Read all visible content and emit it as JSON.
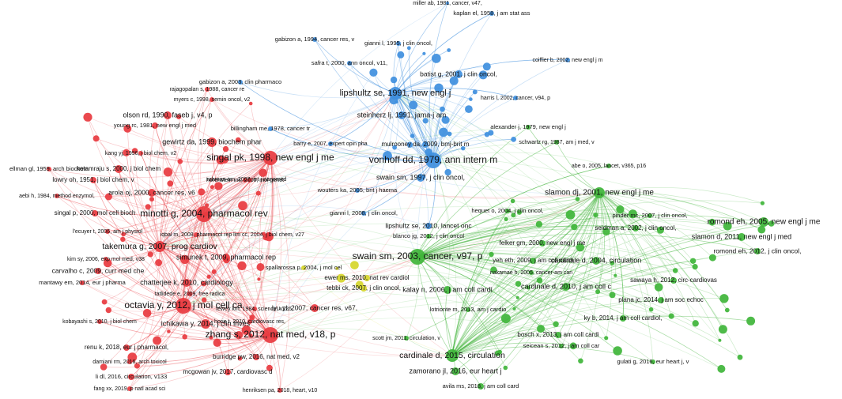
{
  "chart_data": {
    "type": "network",
    "colors": {
      "red": "#e8393f",
      "blue": "#3f8fde",
      "green": "#3fb53a",
      "yellow": "#d6d62a"
    },
    "clusters": [
      {
        "name": "",
        "color": "red",
        "nodes": [
          {
            "label": "rajagopalan s, 1988, cancer re"
          },
          {
            "label": "myers c, 1998, semin oncol, v2"
          },
          {
            "label": "olson rd, 1990, faseb j, v4, p"
          },
          {
            "label": "young rc, 1981, new engl j med"
          },
          {
            "label": "gewirtz da, 1999, biochem phar"
          },
          {
            "label": "singal pk, 1998, new engl j me"
          },
          {
            "label": "kang yj, 1996, j biol chem, v2"
          },
          {
            "label": "ellman gl, 1959, arch biochem"
          },
          {
            "label": "kotamraju s, 2000, j biol chem"
          },
          {
            "label": "lowry oh, 1951, j biol chem, v"
          },
          {
            "label": "horenstein ms, 2000, mol genet"
          },
          {
            "label": "rahman am, 2007, int j nanomed"
          },
          {
            "label": "aebi h, 1984, method enzymol,"
          },
          {
            "label": "arola oj, 2000, cancer res, v6"
          },
          {
            "label": "minotti g, 2004, pharmacol rev"
          },
          {
            "label": "singal p, 2000, mol cell bioch"
          },
          {
            "label": "l'ecuyer t, 2006, am j physiol"
          },
          {
            "label": "takemura g, 2007, prog cardiov"
          },
          {
            "label": "iqbal m, 2008, pharmacol rep"
          },
          {
            "label": "kim sy, 2006, exp mol med, v38"
          },
          {
            "label": "simunek t, 2009, pharmacol rep"
          },
          {
            "label": "carvalho c, 2009, curr med che"
          },
          {
            "label": "chatterjee k, 2010, cardiology"
          },
          {
            "label": "mantawy em, 2014, eur j pharma"
          },
          {
            "label": "tatlidede e, 2009, free radica"
          },
          {
            "label": "octavia y, 2012, j mol cell ca"
          },
          {
            "label": "kobayashi s, 2010, j biol chem"
          },
          {
            "label": "ichikawa y, 2014, j clin inves"
          },
          {
            "label": "renu k, 2018, eur j pharmacol,"
          },
          {
            "label": "damiani rm, 2016, arch toxicol"
          },
          {
            "label": "li dl, 2016, circulation, v133"
          },
          {
            "label": "fang xx, 2019, p natl acad sci"
          },
          {
            "label": "mcgowan jv, 2017, cardiovasc d"
          },
          {
            "label": "zhang s, 2012, nat med, v18, p"
          },
          {
            "label": "burridge pw, 2016, nat med, v2"
          },
          {
            "label": "henriksen pa, 2018, heart, v10"
          },
          {
            "label": "horie t, 2010, cardiovasc res,"
          },
          {
            "label": "tewey km, 1984, science, v226,"
          },
          {
            "label": "lim cc, 2004, j biol chem, v27"
          },
          {
            "label": "lyu yl, 2007, cancer res, v67,"
          }
        ]
      },
      {
        "name": "",
        "color": "blue",
        "nodes": [
          {
            "label": "miller ab, 1981, cancer, v47,"
          },
          {
            "label": "kaplan el, 1958, j am stat ass"
          },
          {
            "label": "gabizon a, 1994, cancer res, v"
          },
          {
            "label": "gianni l, 1995, j clin oncol,"
          },
          {
            "label": "safra t, 2000, ann oncol, v11,"
          },
          {
            "label": "coiffier b, 2002, new engl j m"
          },
          {
            "label": "gabizon a, 2003, clin pharmaco"
          },
          {
            "label": "batist g, 2001, j clin oncol,"
          },
          {
            "label": "lipshultz se, 1991, new engl j"
          },
          {
            "label": "harris l, 2002, cancer, v94, p"
          },
          {
            "label": "steinherz lj, 1991, jama-j am"
          },
          {
            "label": "billingham me, 1978, cancer tr"
          },
          {
            "label": "mulrooney da, 2009, bmj-brit m"
          },
          {
            "label": "barry e, 2007, expert opin pha"
          },
          {
            "label": "vonhoff dd, 1979, ann intern m"
          },
          {
            "label": "swain sm, 1997, j clin oncol,"
          },
          {
            "label": "wouters ka, 2005, brit j haema"
          },
          {
            "label": "gianni l, 2008, j clin oncol,"
          },
          {
            "label": "lipshultz se, 2010, lancet onc"
          }
        ]
      },
      {
        "name": "",
        "color": "green",
        "nodes": [
          {
            "label": "alexander j, 1979, new engl j"
          },
          {
            "label": "schwartz rg, 1987, am j med, v"
          },
          {
            "label": "abe o, 2005, lancet, v365, p16"
          },
          {
            "label": "slamon dj, 2001, new engl j me"
          },
          {
            "label": "hequet o, 2004, j clin oncol,"
          },
          {
            "label": "pinder mc, 2007, j clin oncol,"
          },
          {
            "label": "romond eh, 2005, new engl j me"
          },
          {
            "label": "seidman a, 2002, j clin oncol,"
          },
          {
            "label": "slamon d, 2011, new engl j med"
          },
          {
            "label": "felker gm, 2000, new engl j me"
          },
          {
            "label": "romond eh, 2012, j clin oncol,"
          },
          {
            "label": "blanco jg, 2012, j clin oncol"
          },
          {
            "label": "swain sm, 2003, cancer, v97, p"
          },
          {
            "label": "yeh eth, 2009, j am coll cardi"
          },
          {
            "label": "cardinale d, 2004, circulation"
          },
          {
            "label": "nakamae h, 2005, cancer-am can"
          },
          {
            "label": "cardinale d, 2010, j am coll c"
          },
          {
            "label": "sawaya h, 2012, circ-cardiovas"
          },
          {
            "label": "kalay n, 2006, j am coll cardi"
          },
          {
            "label": "plana jc, 2014, j am soc echoc"
          },
          {
            "label": "lotrionte m, 2013, am j cardio"
          },
          {
            "label": "ky b, 2014, j am coll cardiol,"
          },
          {
            "label": "bosch x, 2013, j am coll cardi"
          },
          {
            "label": "seicean s, 2012, j am coll car"
          },
          {
            "label": "gulati g, 2016, eur heart j, v"
          },
          {
            "label": "scott jm, 2011, circulation, v"
          },
          {
            "label": "cardinale d, 2015, circulation"
          },
          {
            "label": "zamorano jl, 2016, eur heart j"
          },
          {
            "label": "avila ms, 2018, j am coll card"
          }
        ]
      },
      {
        "name": "",
        "color": "yellow",
        "nodes": [
          {
            "label": "spallarossa p, 2004, j mol cel"
          },
          {
            "label": "ewer ms, 2010, nat rev cardiol"
          },
          {
            "label": "tebbi ck, 2007, j clin oncol,"
          }
        ]
      }
    ]
  }
}
